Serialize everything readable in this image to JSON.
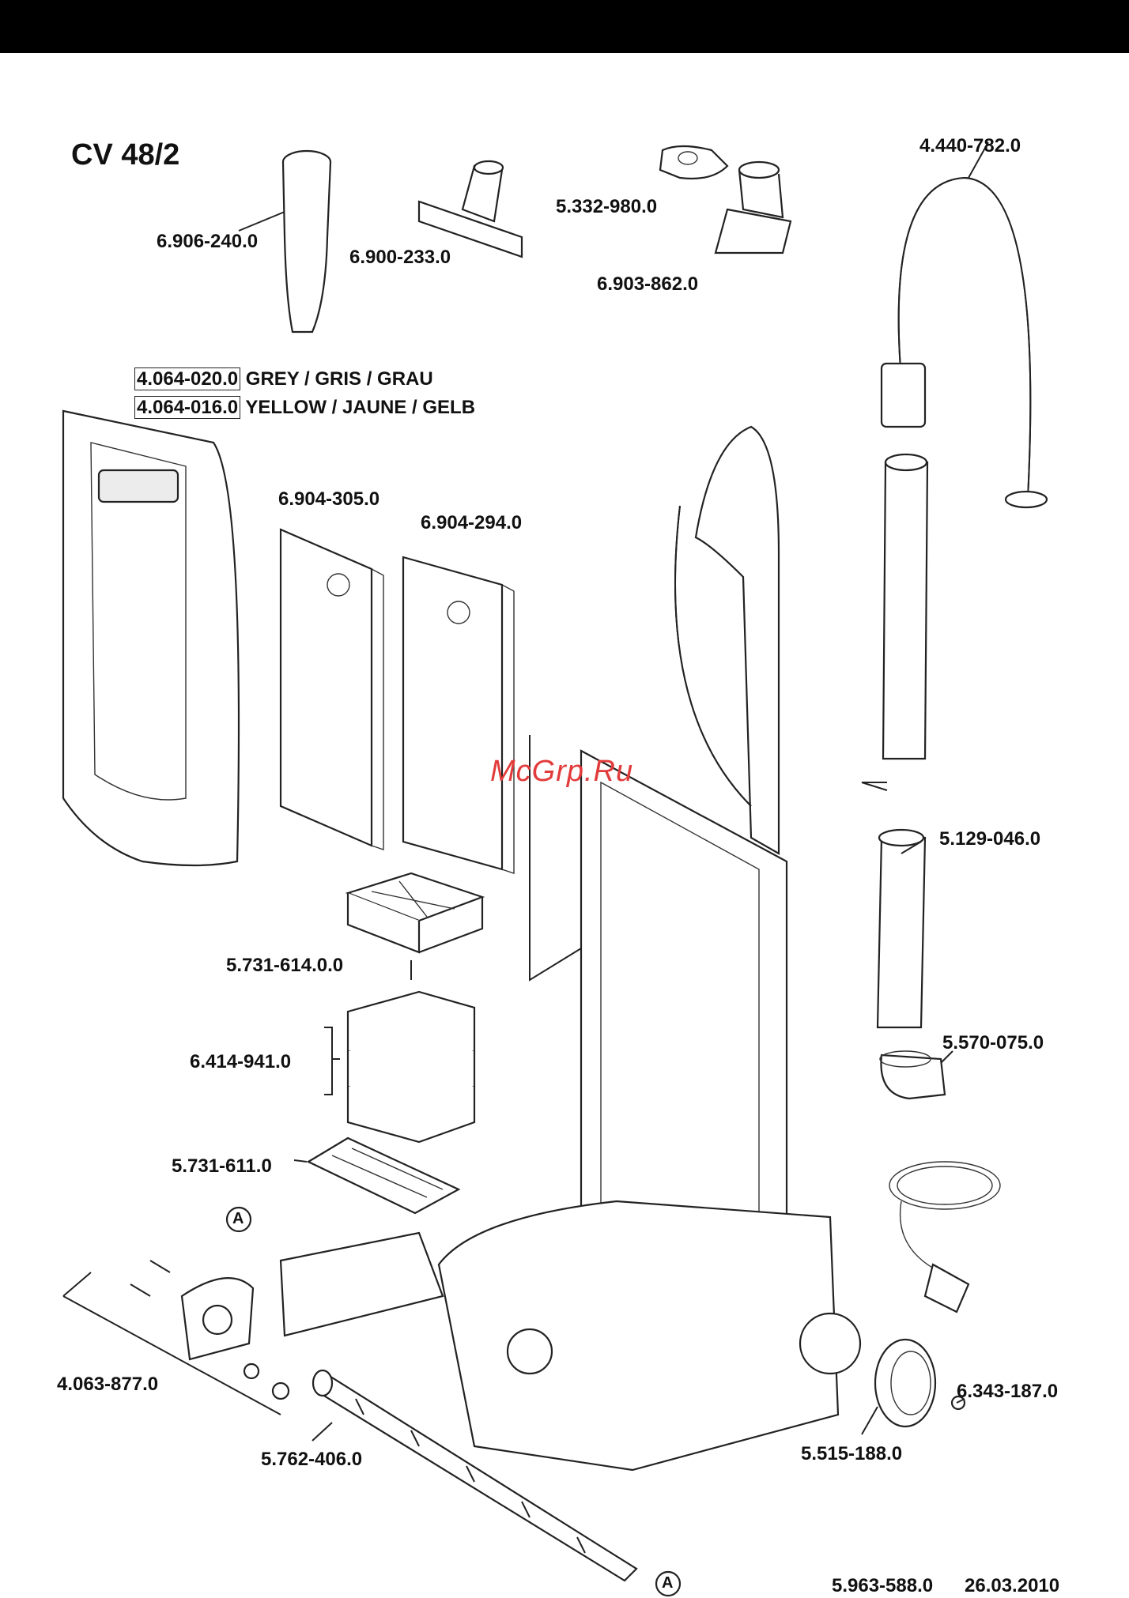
{
  "header": {
    "title": "CV 48/2"
  },
  "parts": [
    {
      "id": "p1",
      "number": "6.906-240.0"
    },
    {
      "id": "p2",
      "number": "6.900-233.0"
    },
    {
      "id": "p3",
      "number": "5.332-980.0"
    },
    {
      "id": "p4",
      "number": "6.903-862.0"
    },
    {
      "id": "p5",
      "number": "4.440-782.0"
    },
    {
      "id": "p6",
      "number": "4.064-020.0",
      "note": "GREY / GRIS / GRAU"
    },
    {
      "id": "p7",
      "number": "4.064-016.0",
      "note": "YELLOW / JAUNE / GELB"
    },
    {
      "id": "p8",
      "number": "6.904-305.0"
    },
    {
      "id": "p9",
      "number": "6.904-294.0"
    },
    {
      "id": "p10",
      "number": "5.129-046.0"
    },
    {
      "id": "p11",
      "number": "5.731-614.0.0"
    },
    {
      "id": "p12",
      "number": "6.414-941.0"
    },
    {
      "id": "p13",
      "number": "5.570-075.0"
    },
    {
      "id": "p14",
      "number": "5.731-611.0"
    },
    {
      "id": "p15",
      "number": "4.063-877.0"
    },
    {
      "id": "p16",
      "number": "6.343-187.0"
    },
    {
      "id": "p17",
      "number": "5.515-188.0"
    },
    {
      "id": "p18",
      "number": "5.762-406.0"
    }
  ],
  "markers": {
    "a1": "A",
    "a2": "A"
  },
  "watermark": "McGrp.Ru",
  "footer": {
    "doc_number": "5.963-588.0",
    "date": "26.03.2010"
  }
}
